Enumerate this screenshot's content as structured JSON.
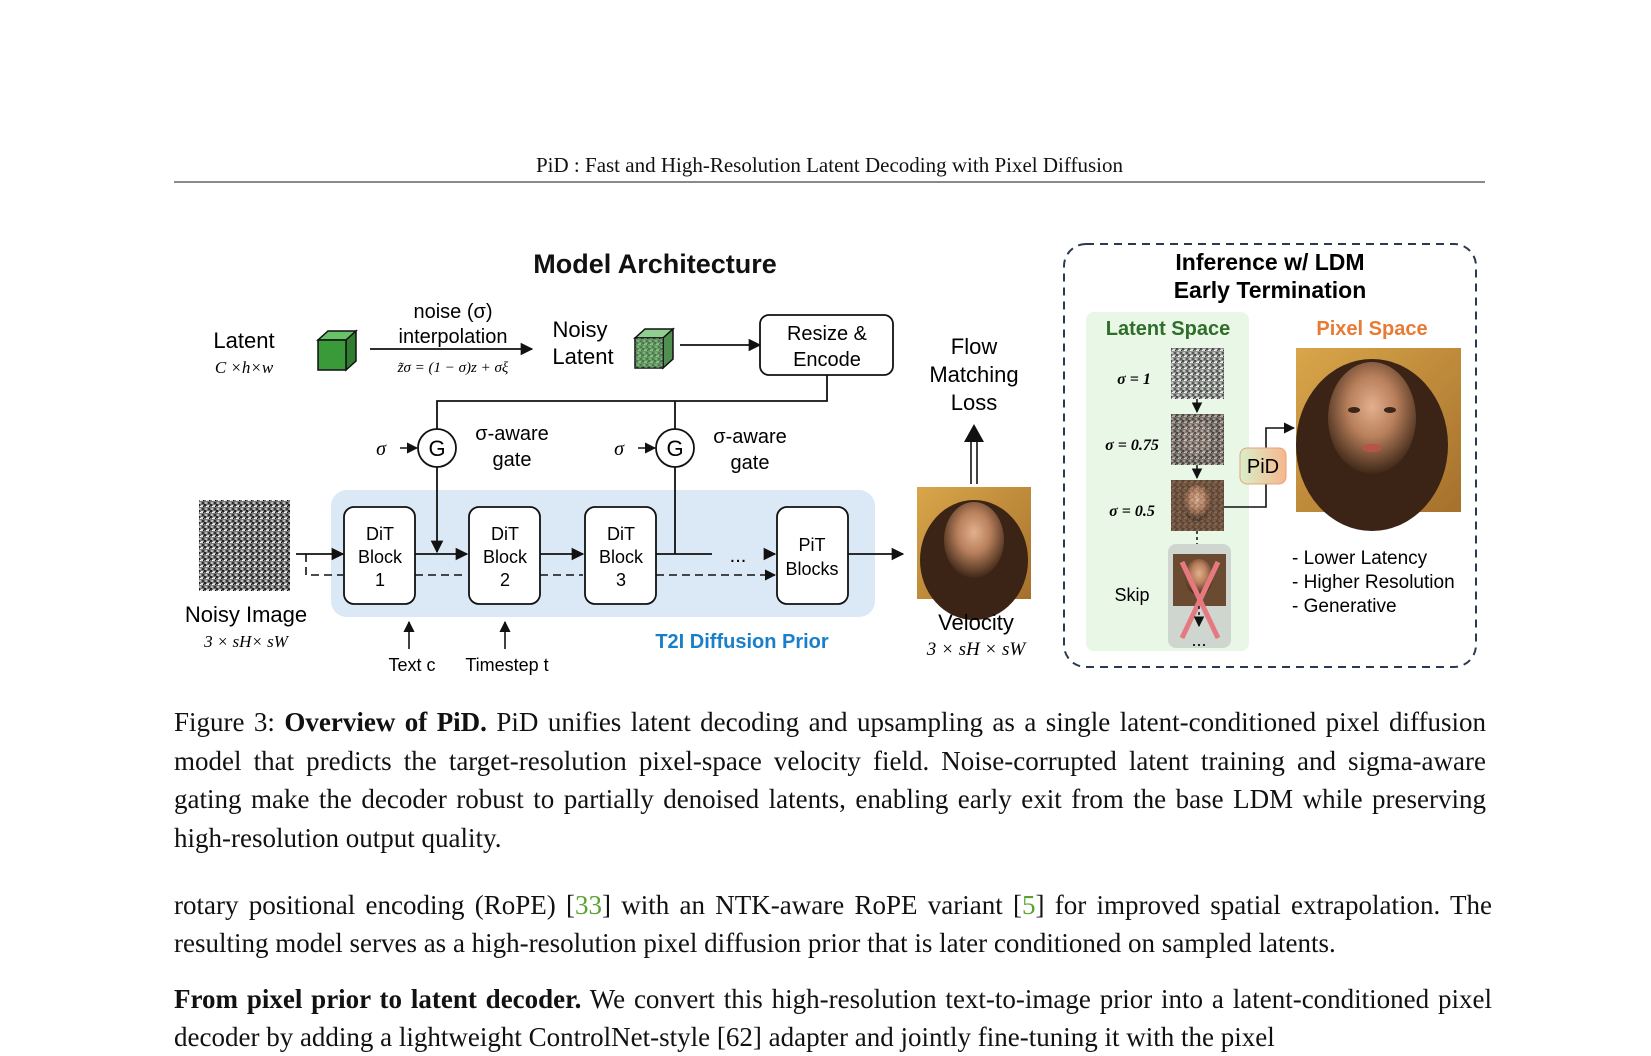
{
  "header": {
    "running_title": "PiD : Fast and High-Resolution Latent Decoding with Pixel Diffusion"
  },
  "figure": {
    "left_title": "Model Architecture",
    "latent_label": "Latent",
    "latent_dims": "C ×h×w",
    "noise_line1": "noise (σ)",
    "noise_line2": "interpolation",
    "noise_formula": "z̃σ = (1 − σ)z + σξ",
    "noisy_latent_line1": "Noisy",
    "noisy_latent_line2": "Latent",
    "resize_line1": "Resize &",
    "resize_line2": "Encode",
    "sigma_symbol": "σ",
    "gate_letter": "G",
    "gate_line1": "σ-aware",
    "gate_line2": "gate",
    "dit_blocks": [
      {
        "line1": "DiT",
        "line2": "Block",
        "line3": "1"
      },
      {
        "line1": "DiT",
        "line2": "Block",
        "line3": "2"
      },
      {
        "line1": "DiT",
        "line2": "Block",
        "line3": "3"
      }
    ],
    "ellipsis": "...",
    "pit_line1": "PiT",
    "pit_line2": "Blocks",
    "prior_label": "T2I Diffusion Prior",
    "noisy_image_label": "Noisy Image",
    "noisy_image_dims": "3 × sH× sW",
    "text_label": "Text c",
    "timestep_label": "Timestep t",
    "flow_line1": "Flow",
    "flow_line2": "Matching",
    "flow_line3": "Loss",
    "velocity_label": "Velocity",
    "velocity_dims": "3 × sH × sW",
    "inference_title_line1": "Inference w/ LDM",
    "inference_title_line2": "Early Termination",
    "latent_space_label": "Latent Space",
    "pixel_space_label": "Pixel Space",
    "sigma_levels": [
      "σ = 1",
      "σ = 0.75",
      "σ = 0.5"
    ],
    "skip_label": "Skip",
    "skip_dots": "...",
    "pid_badge": "PiD",
    "benefits": [
      "- Lower Latency",
      "- Higher Resolution",
      "- Generative"
    ],
    "colors": {
      "prior_bg": "#dbe8f6",
      "prior_text": "#1a7fc9",
      "latent_space_bg": "#e9f7e6",
      "latent_space_text": "#2f6e2a",
      "pixel_space_text": "#e87b33",
      "cube_green": "#3a9a3a",
      "citation": "#5aa332"
    }
  },
  "caption": {
    "label": "Figure 3:",
    "bold": "Overview of PiD.",
    "text": "PiD unifies latent decoding and upsampling as a single latent-conditioned pixel diffusion model that predicts the target-resolution pixel-space velocity field. Noise-corrupted latent training and sigma-aware gating make the decoder robust to partially denoised latents, enabling early exit from the base LDM while preserving high-resolution output quality."
  },
  "body": {
    "p1_a": "rotary positional encoding (RoPE) [",
    "p1_cite1": "33",
    "p1_b": "] with an NTK-aware RoPE variant [",
    "p1_cite2": "5",
    "p1_c": "] for improved spatial extrapolation. The resulting model serves as a high-resolution pixel diffusion prior that is later conditioned on sampled latents.",
    "p2_bold": "From pixel prior to latent decoder.",
    "p2_text": "We convert this high-resolution text-to-image prior into a latent-conditioned pixel decoder by adding a lightweight ControlNet-style [62] adapter and jointly fine-tuning it with the pixel"
  }
}
